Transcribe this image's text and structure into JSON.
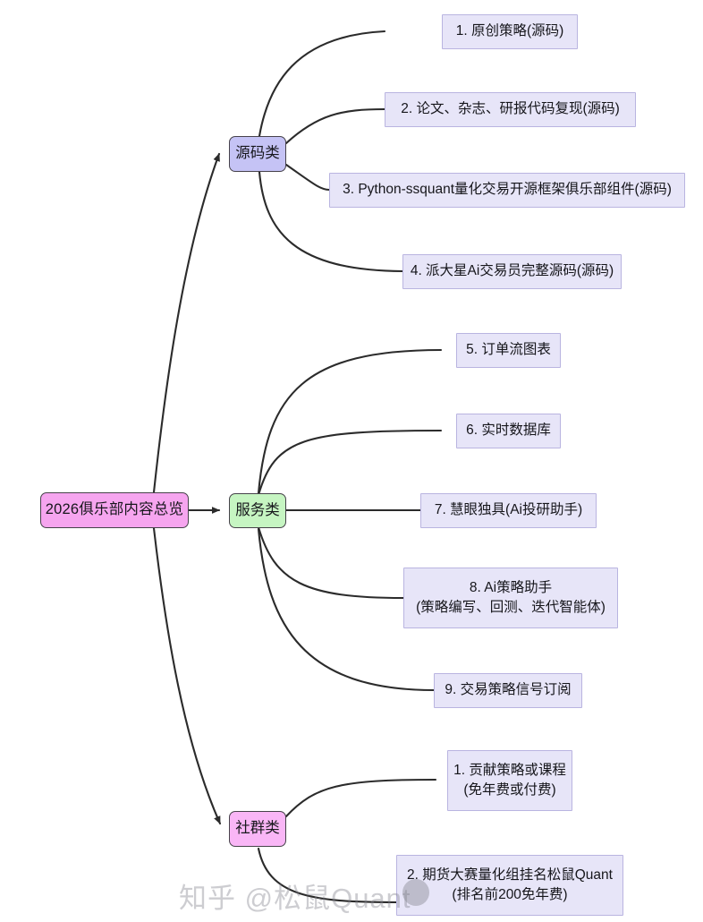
{
  "diagram": {
    "type": "mindmap",
    "root": {
      "id": "root",
      "label": "2026俱乐部内容总览",
      "color": "#f6a5ef"
    },
    "categories": [
      {
        "id": "cat-source",
        "label": "源码类",
        "color": "#c5c3f5",
        "items": [
          {
            "id": "src-1",
            "line1": "1. 原创策略(源码)"
          },
          {
            "id": "src-2",
            "line1": "2. 论文、杂志、研报代码复现(源码)"
          },
          {
            "id": "src-3",
            "line1": "3. Python-ssquant量化交易开源框架俱乐部组件(源码)"
          },
          {
            "id": "src-4",
            "line1": "4. 派大星Ai交易员完整源码(源码)"
          }
        ]
      },
      {
        "id": "cat-service",
        "label": "服务类",
        "color": "#c6f5c2",
        "items": [
          {
            "id": "svc-5",
            "line1": "5. 订单流图表"
          },
          {
            "id": "svc-6",
            "line1": "6. 实时数据库"
          },
          {
            "id": "svc-7",
            "line1": "7. 慧眼独具(Ai投研助手)"
          },
          {
            "id": "svc-8",
            "line1": "8. Ai策略助手",
            "line2": "(策略编写、回测、迭代智能体)"
          },
          {
            "id": "svc-9",
            "line1": "9. 交易策略信号订阅"
          }
        ]
      },
      {
        "id": "cat-community",
        "label": "社群类",
        "color": "#f9b6f6",
        "items": [
          {
            "id": "com-1",
            "line1": "1. 贡献策略或课程",
            "line2": "(免年费或付费)"
          },
          {
            "id": "com-2",
            "line1": "2. 期货大赛量化组挂名松鼠Quant",
            "line2": "(排名前200免年费)"
          }
        ]
      }
    ],
    "leaf_style": {
      "fill": "#e7e5f8",
      "border": "#b9b4e0"
    },
    "edge_color": "#2b2b2b"
  },
  "watermark": {
    "text": "知乎 @松鼠Quant"
  }
}
